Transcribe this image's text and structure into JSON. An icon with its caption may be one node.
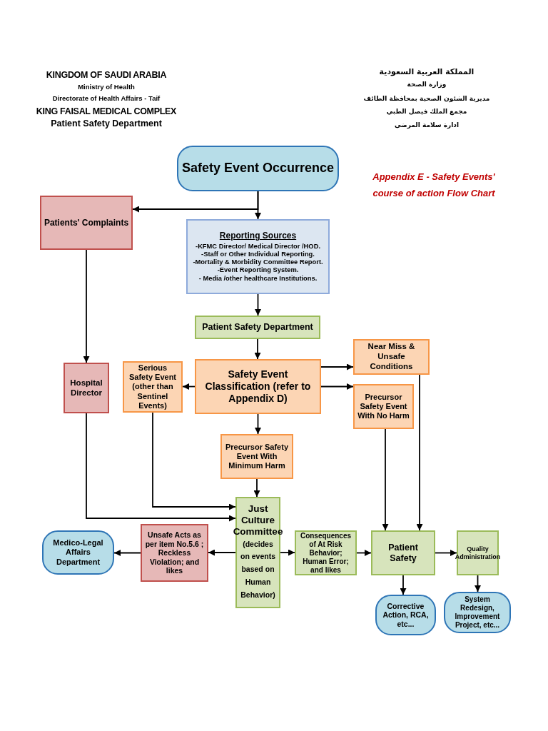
{
  "diagram": {
    "title": "Appendix E - Safety Events' course of action Flow Chart",
    "nodes": [
      {
        "text": [
          "Safety Event Occurrence"
        ]
      },
      {
        "text": [
          "Patients' Complaints"
        ]
      },
      {
        "text": [
          "Reporting Sources",
          "-KFMC Director/ Medical Director /HOD.",
          "-Staff or Other Individual Reporting.",
          "-Mortality & Morbidity Committee Report.",
          "-Event Reporting System.",
          "- Media /other healthcare Institutions."
        ]
      },
      {
        "text": [
          "Patient Safety Department"
        ]
      },
      {
        "text": [
          "Near Miss & Unsafe Conditions"
        ]
      },
      {
        "text": [
          "Hospital Director"
        ]
      },
      {
        "text": [
          "Serious Safety Event (other than Sentinel Events)"
        ]
      },
      {
        "text": [
          "Safety Event Classification (refer to Appendix D)"
        ]
      },
      {
        "text": [
          "Precursor Safety Event With No Harm"
        ]
      },
      {
        "text": [
          "Precursor Safety Event With Minimum Harm"
        ]
      },
      {
        "text": [
          "Just Culture Committee",
          "(decides on events based on Human Behavior)"
        ]
      },
      {
        "text": [
          "Medico-Legal Affairs Department"
        ]
      },
      {
        "text": [
          "Unsafe Acts as per item No.5.6 ; Reckless Violation; and likes"
        ]
      },
      {
        "text": [
          "Consequences of At Risk Behavior; Human Error; and likes"
        ]
      },
      {
        "text": [
          "Patient Safety"
        ]
      },
      {
        "text": [
          "Quality Administration"
        ]
      },
      {
        "text": [
          "Corrective Action, RCA, etc..."
        ]
      },
      {
        "text": [
          "System Redesign, Improvement Project, etc..."
        ]
      }
    ],
    "edges": [
      {
        "from": 0,
        "to": 1,
        "arrow": "to"
      },
      {
        "from": 0,
        "to": 2,
        "arrow": "to"
      },
      {
        "from": 2,
        "to": 3,
        "arrow": "to"
      },
      {
        "from": 3,
        "to": 7,
        "arrow": "to"
      },
      {
        "from": 7,
        "to": 4,
        "arrow": "to"
      },
      {
        "from": 7,
        "to": 8,
        "arrow": "to"
      },
      {
        "from": 7,
        "to": 6,
        "arrow": "to"
      },
      {
        "from": 7,
        "to": 9,
        "arrow": "to"
      },
      {
        "from": 1,
        "to": 5,
        "arrow": "to"
      },
      {
        "from": 5,
        "to": 10,
        "arrow": "to"
      },
      {
        "from": 6,
        "to": 10,
        "arrow": "to"
      },
      {
        "from": 9,
        "to": 10,
        "arrow": "to"
      },
      {
        "from": 10,
        "to": 12,
        "arrow": "to"
      },
      {
        "from": 12,
        "to": 11,
        "arrow": "to"
      },
      {
        "from": 10,
        "to": 13,
        "arrow": "to"
      },
      {
        "from": 13,
        "to": 14,
        "arrow": "to"
      },
      {
        "from": 8,
        "to": 14,
        "arrow": "to"
      },
      {
        "from": 4,
        "to": 14,
        "arrow": "to"
      },
      {
        "from": 14,
        "to": 15,
        "arrow": "to"
      },
      {
        "from": 14,
        "to": 16,
        "arrow": "to"
      },
      {
        "from": 15,
        "to": 17,
        "arrow": "to"
      }
    ],
    "labels": [
      "KINGDOM OF SAUDI ARABIA",
      "Ministry of Health",
      "Directorate of Health Affairs - Taif",
      "KING FAISAL MEDICAL COMPLEX",
      "Patient Safety Department",
      "المملكة العربية السعودية",
      "وزارة الصحة",
      "مديرية الشئون الصحية بمحافظة الطائف",
      "مجمع الملك فيصل الطبي",
      "ادارة سلامة المرضى"
    ]
  }
}
